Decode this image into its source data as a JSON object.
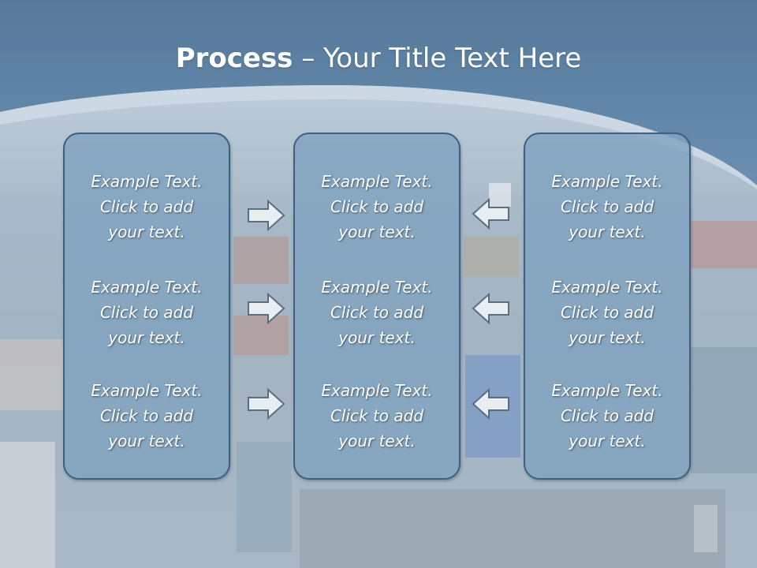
{
  "slide": {
    "title_strong": "Process",
    "title_rest": " – Your Title Text Here"
  },
  "columns": [
    {
      "cells": [
        {
          "line1": "Example Text.",
          "line2": "Click  to add",
          "line3": "your text."
        },
        {
          "line1": "Example Text.",
          "line2": "Click  to add",
          "line3": "your text."
        },
        {
          "line1": "Example Text.",
          "line2": "Click  to add",
          "line3": "your text."
        }
      ]
    },
    {
      "cells": [
        {
          "line1": "Example Text.",
          "line2": "Click  to add",
          "line3": "your text."
        },
        {
          "line1": "Example Text.",
          "line2": "Click  to add",
          "line3": "your text."
        },
        {
          "line1": "Example Text.",
          "line2": "Click  to add",
          "line3": "your text."
        }
      ]
    },
    {
      "cells": [
        {
          "line1": "Example Text.",
          "line2": "Click  to add",
          "line3": "your text."
        },
        {
          "line1": "Example Text.",
          "line2": "Click  to add",
          "line3": "your text."
        },
        {
          "line1": "Example Text.",
          "line2": "Click  to add",
          "line3": "your text."
        }
      ]
    }
  ],
  "arrows": {
    "left_group": "right-arrow-icon",
    "right_group": "left-arrow-icon"
  },
  "colors": {
    "banner": "#5f86a8",
    "box_fill": "#80a2c0",
    "box_border": "#3f5f7f",
    "text": "#ffffff"
  }
}
